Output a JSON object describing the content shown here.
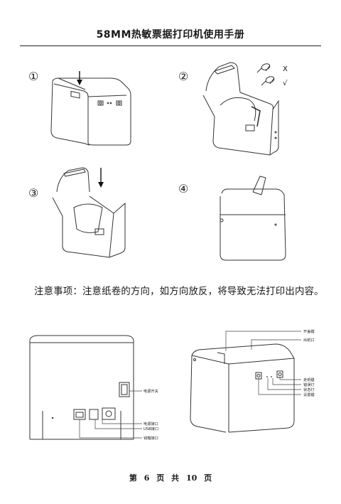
{
  "header": {
    "title": "58MM热敏票据打印机使用手册"
  },
  "steps": {
    "s1": "①",
    "s2": "②",
    "s3": "③",
    "s4": "④"
  },
  "roll_marks": {
    "wrong": "X",
    "right": "√"
  },
  "note": "注意事项：注意纸卷的方向，如方向放反，将导致无法打印出内容。",
  "rear_labels": {
    "power_switch": "电源开关",
    "power_port": "电源接口",
    "usb_port": "USB接口",
    "cashbox_port": "钱箱接口"
  },
  "front_labels": {
    "open_cover": "开盖键",
    "paper_exit": "出纸口",
    "feed": "走纸键",
    "error_light": "错误灯",
    "status_light": "状态灯",
    "settings": "设置键"
  },
  "footer": {
    "prefix": "第",
    "page": "6",
    "page_unit": "页",
    "total_prefix": "共",
    "total": "10",
    "total_unit": "页"
  }
}
